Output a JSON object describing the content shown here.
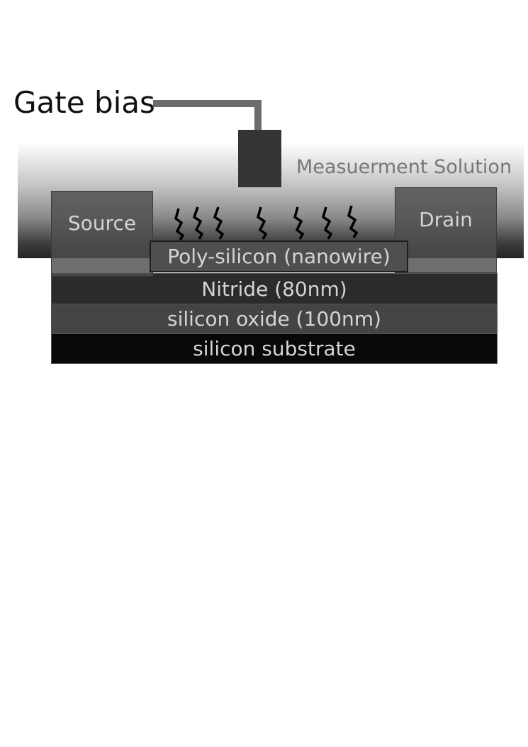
{
  "gate": {
    "label": "Gate bias"
  },
  "solution": {
    "label": "Measuerment Solution"
  },
  "electrodes": {
    "source_label": "Source",
    "drain_label": "Drain"
  },
  "layers": {
    "nanowire_label": "Poly-silicon  (nanowire)",
    "nitride_label": "Nitride (80nm)",
    "oxide_label": "silicon oxide (100nm)",
    "substrate_label": "silicon substrate"
  }
}
